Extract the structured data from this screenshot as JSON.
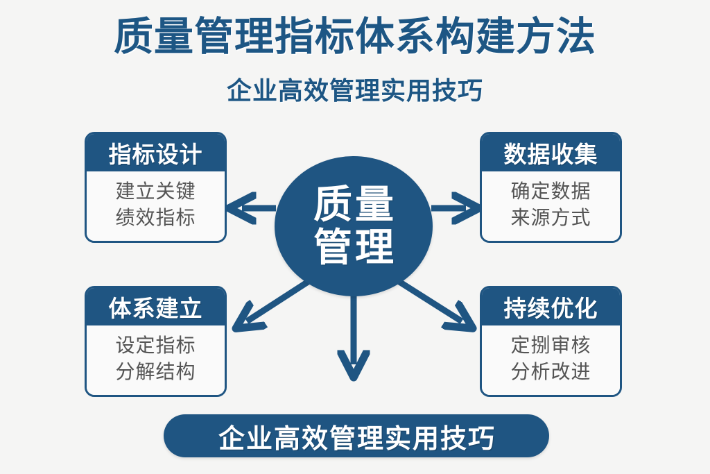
{
  "header": {
    "title": "质量管理指标体系构建方法",
    "subtitle": "企业高效管理实用技巧"
  },
  "center": {
    "line1": "质量",
    "line2": "管理"
  },
  "cards": [
    {
      "position": "top-left",
      "header": "指标设计",
      "line1": "建立关键",
      "line2": "绩效指标"
    },
    {
      "position": "top-right",
      "header": "数据收集",
      "line1": "确定数据",
      "line2": "来源方式"
    },
    {
      "position": "bottom-left",
      "header": "体系建立",
      "line1": "设定指标",
      "line2": "分解结构"
    },
    {
      "position": "bottom-right",
      "header": "持续优化",
      "line1": "定捌审核",
      "line2": "分析改进"
    }
  ],
  "footer": {
    "banner": "企业高效管理实用技巧"
  },
  "arrows": [
    {
      "name": "arrow-center-to-top-left",
      "direction": "left"
    },
    {
      "name": "arrow-center-to-top-right",
      "direction": "right"
    },
    {
      "name": "arrow-center-to-bottom-left",
      "direction": "down-left"
    },
    {
      "name": "arrow-center-to-bottom-right",
      "direction": "down-right"
    },
    {
      "name": "arrow-center-to-bottom",
      "direction": "down"
    }
  ],
  "colors": {
    "brand_blue": "#1f5582",
    "title_blue": "#1d5684",
    "page_background": "#f5f5f4",
    "card_body_background": "#fafafa",
    "body_text": "#545454"
  }
}
